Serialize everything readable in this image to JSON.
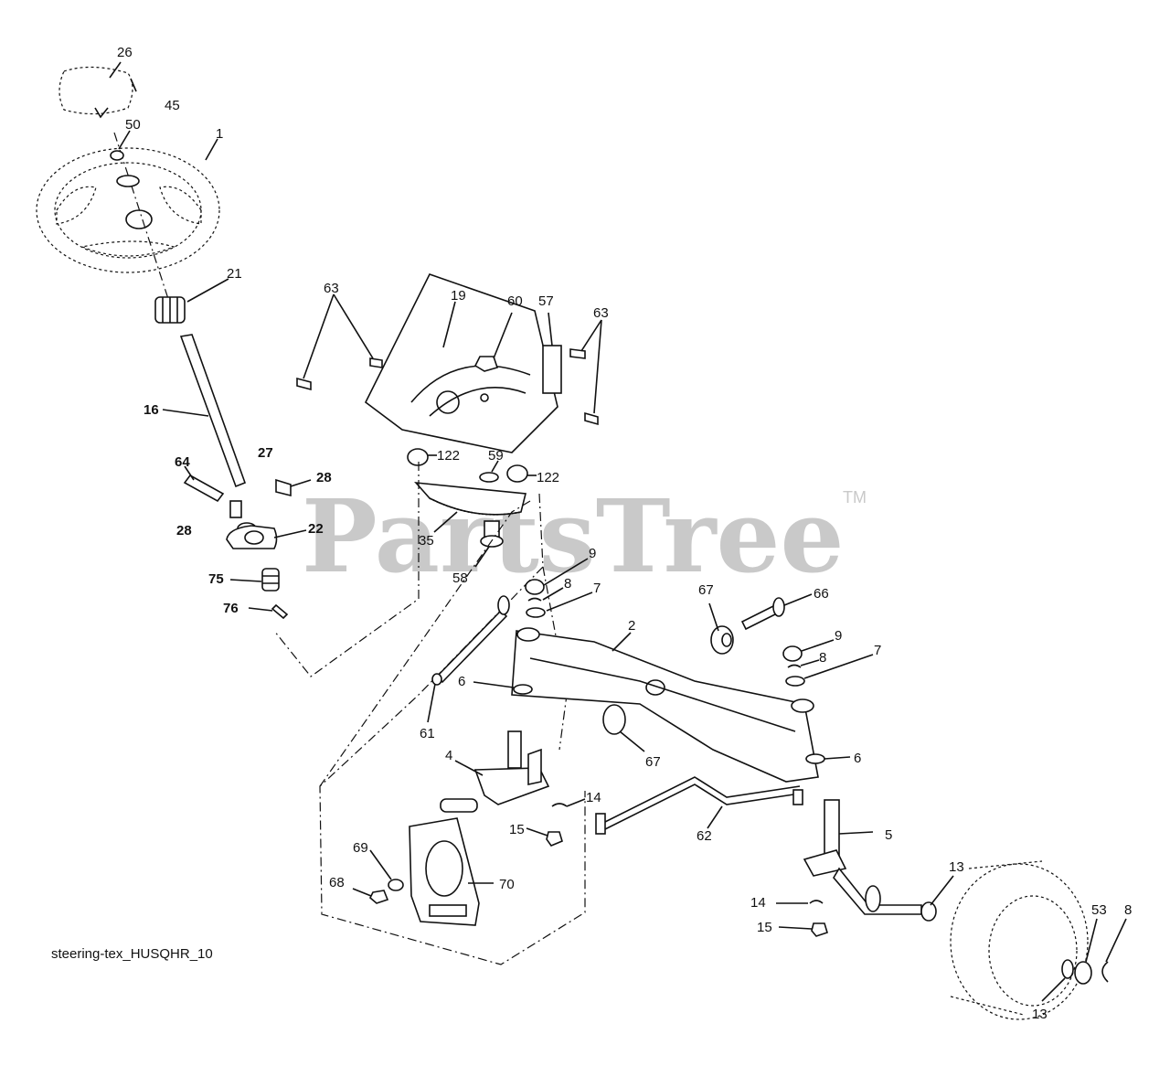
{
  "diagram_code": "steering-tex_HUSQHR_10",
  "watermark": {
    "text": "PartsTree",
    "trademark": "TM"
  },
  "callouts": {
    "c26": "26",
    "c45": "45",
    "c50": "50",
    "c1": "1",
    "c21": "21",
    "c16": "16",
    "c64": "64",
    "c27": "27",
    "c28a": "28",
    "c28b": "28",
    "c22": "22",
    "c75": "75",
    "c76": "76",
    "c63a": "63",
    "c19": "19",
    "c60": "60",
    "c57": "57",
    "c63b": "63",
    "c122a": "122",
    "c59": "59",
    "c122b": "122",
    "c35": "35",
    "c58": "58",
    "c9a": "9",
    "c8a": "8",
    "c7a": "7",
    "c67a": "67",
    "c66": "66",
    "c2": "2",
    "c9b": "9",
    "c8b": "8",
    "c7b": "7",
    "c6a": "6",
    "c61": "61",
    "c67b": "67",
    "c6b": "6",
    "c4": "4",
    "c14a": "14",
    "c15a": "15",
    "c62": "62",
    "c5": "5",
    "c69": "69",
    "c68": "68",
    "c70": "70",
    "c13a": "13",
    "c53": "53",
    "c8c": "8",
    "c14b": "14",
    "c15b": "15",
    "c13b": "13"
  }
}
